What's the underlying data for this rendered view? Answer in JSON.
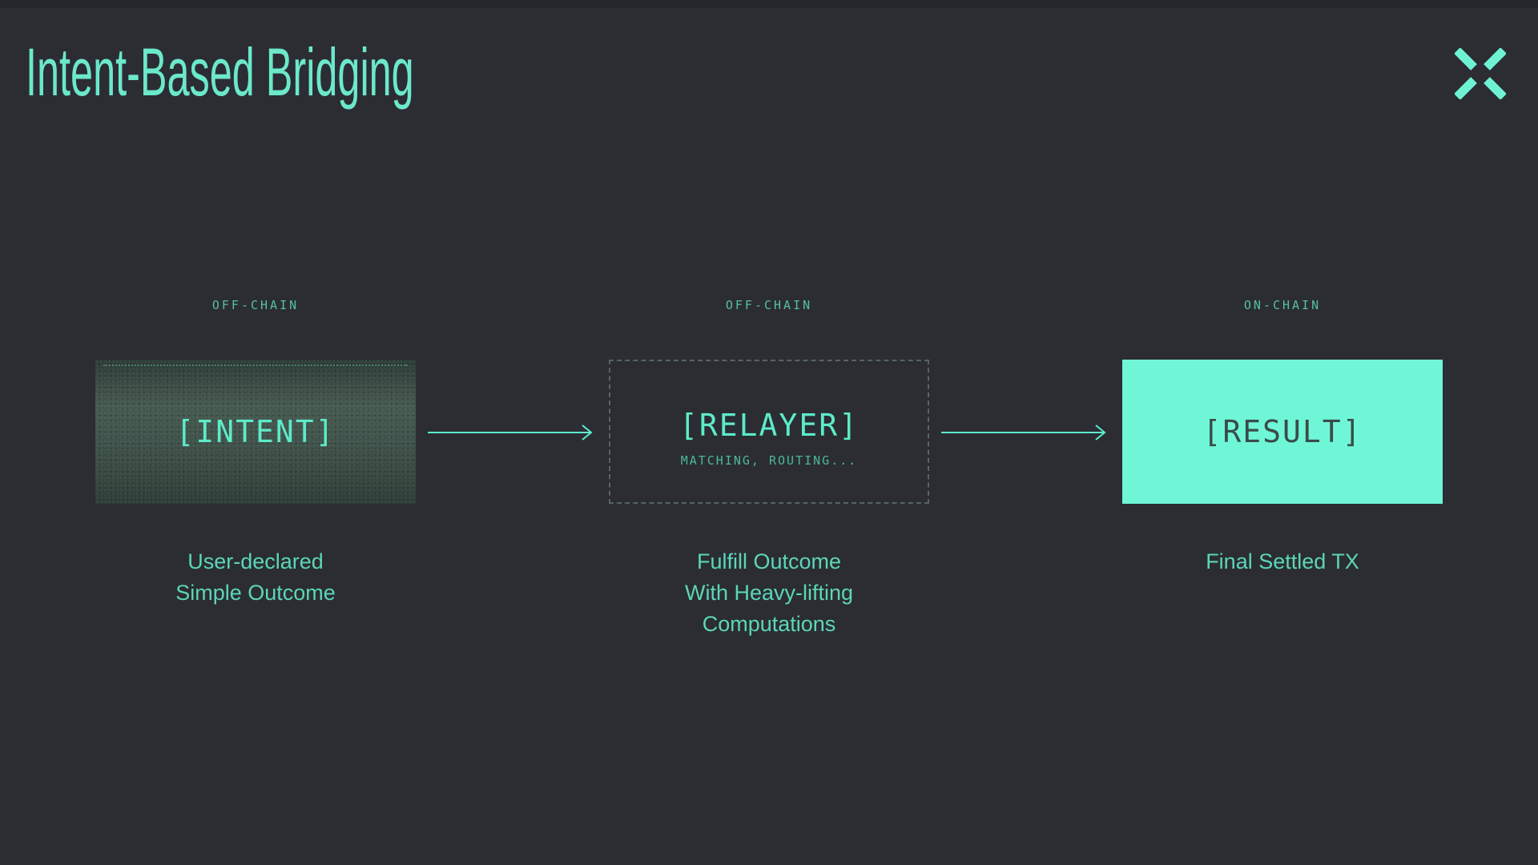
{
  "slide": {
    "title": "Intent-Based Bridging",
    "background_color": "#2b2d33",
    "accent_color": "#66e9c9",
    "logo": {
      "name": "x-mark-logo",
      "color": "#6ff2d4"
    }
  },
  "flow": {
    "steps": [
      {
        "chain_label": "OFF-CHAIN",
        "box_label": "[INTENT]",
        "box_variant": "gradient-filled",
        "caption_lines": [
          "User-declared",
          "Simple Outcome"
        ]
      },
      {
        "chain_label": "OFF-CHAIN",
        "box_label": "[RELAYER]",
        "box_sublabel": "MATCHING, ROUTING...",
        "box_variant": "dashed-outline",
        "caption_lines": [
          "Fulfill Outcome",
          "With Heavy-lifting",
          "Computations"
        ]
      },
      {
        "chain_label": "ON-CHAIN",
        "box_label": "[RESULT]",
        "box_variant": "solid-filled",
        "caption_lines": [
          "Final Settled TX"
        ]
      }
    ],
    "arrows": [
      {
        "name": "intent-to-relayer"
      },
      {
        "name": "relayer-to-result"
      }
    ],
    "colors": {
      "box_text": "#5debc8",
      "result_box_fill": "#6ff6d7",
      "result_box_text": "#3a4c49",
      "chain_label": "#57bfa2",
      "caption": "#5cd6b6",
      "arrow": "#5eeccd",
      "dashed_border": "#57655f"
    }
  }
}
